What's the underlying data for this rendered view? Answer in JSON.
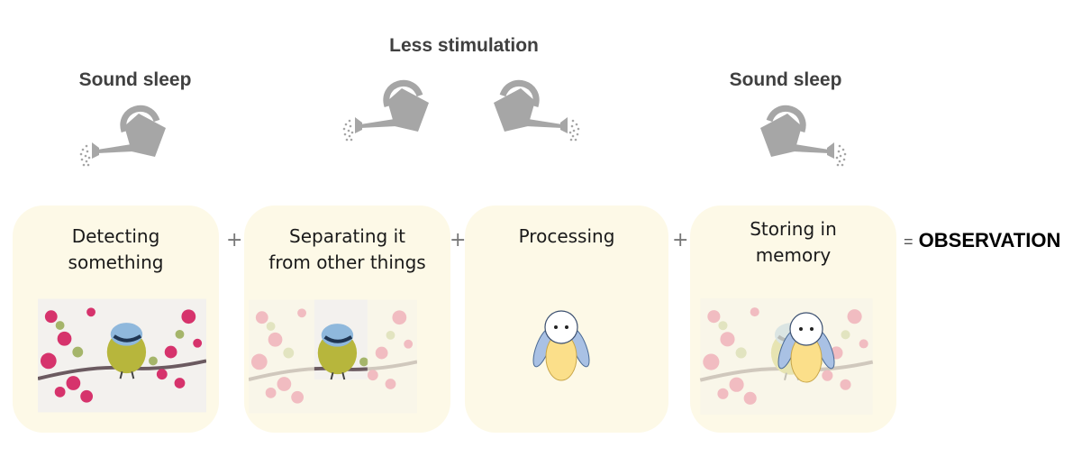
{
  "headings": {
    "sound_sleep_left": "Sound sleep",
    "less_stimulation": "Less stimulation",
    "sound_sleep_right": "Sound sleep"
  },
  "steps": [
    {
      "label_line1": "Detecting",
      "label_line2": "something"
    },
    {
      "label_line1": "Separating it",
      "label_line2": "from other things"
    },
    {
      "label_line1": "Processing",
      "label_line2": ""
    },
    {
      "label_line1": "Storing in",
      "label_line2": "memory"
    }
  ],
  "operators": {
    "plus": "+",
    "equals": "="
  },
  "result": "OBSERVATION",
  "colors": {
    "card_bg": "#fdf9e7",
    "can_gray": "#a6a6a6",
    "bird_body": "#fbdf8a",
    "bird_wing": "#a9c1e4"
  }
}
